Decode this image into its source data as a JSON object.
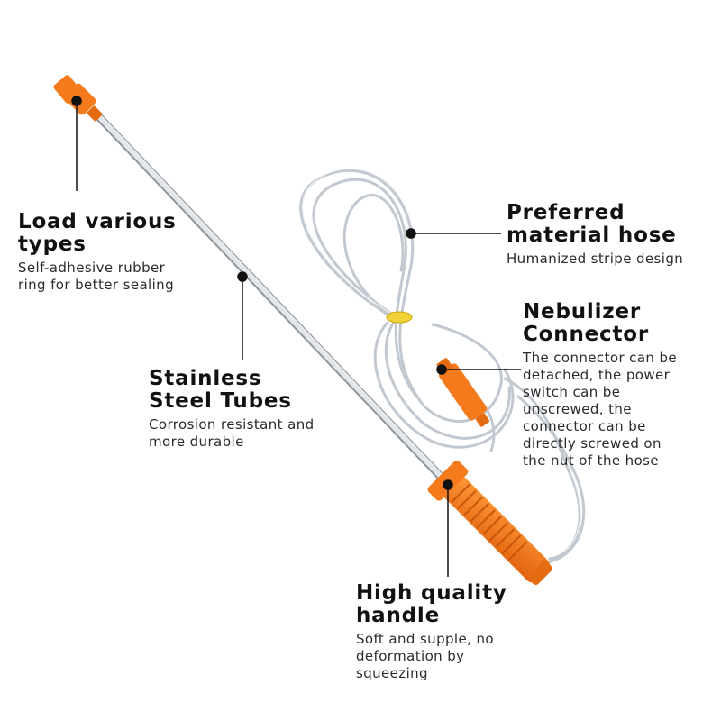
{
  "colors": {
    "accent": "#f47a1c",
    "steel": "#cfd3d8",
    "hose": "#bdc3cc",
    "text": "#111111"
  },
  "callouts": {
    "load": {
      "title": [
        "Load various",
        "types"
      ],
      "desc": [
        "Self-adhesive rubber",
        "ring for better sealing"
      ]
    },
    "hose": {
      "title": [
        "Preferred",
        "material hose"
      ],
      "desc": [
        "Humanized stripe design"
      ]
    },
    "nebulizer": {
      "title": [
        "Nebulizer",
        "Connector"
      ],
      "desc": [
        "The connector can be",
        "detached, the power",
        "switch can be",
        "unscrewed, the",
        "connector can be",
        "directly screwed on",
        "the nut of the hose"
      ]
    },
    "steel": {
      "title": [
        "Stainless",
        "Steel Tubes"
      ],
      "desc": [
        "Corrosion resistant and",
        "more durable"
      ]
    },
    "handle": {
      "title": [
        "High quality",
        "handle"
      ],
      "desc": [
        "Soft and supple, no",
        "deformation by",
        "squeezing"
      ]
    }
  }
}
